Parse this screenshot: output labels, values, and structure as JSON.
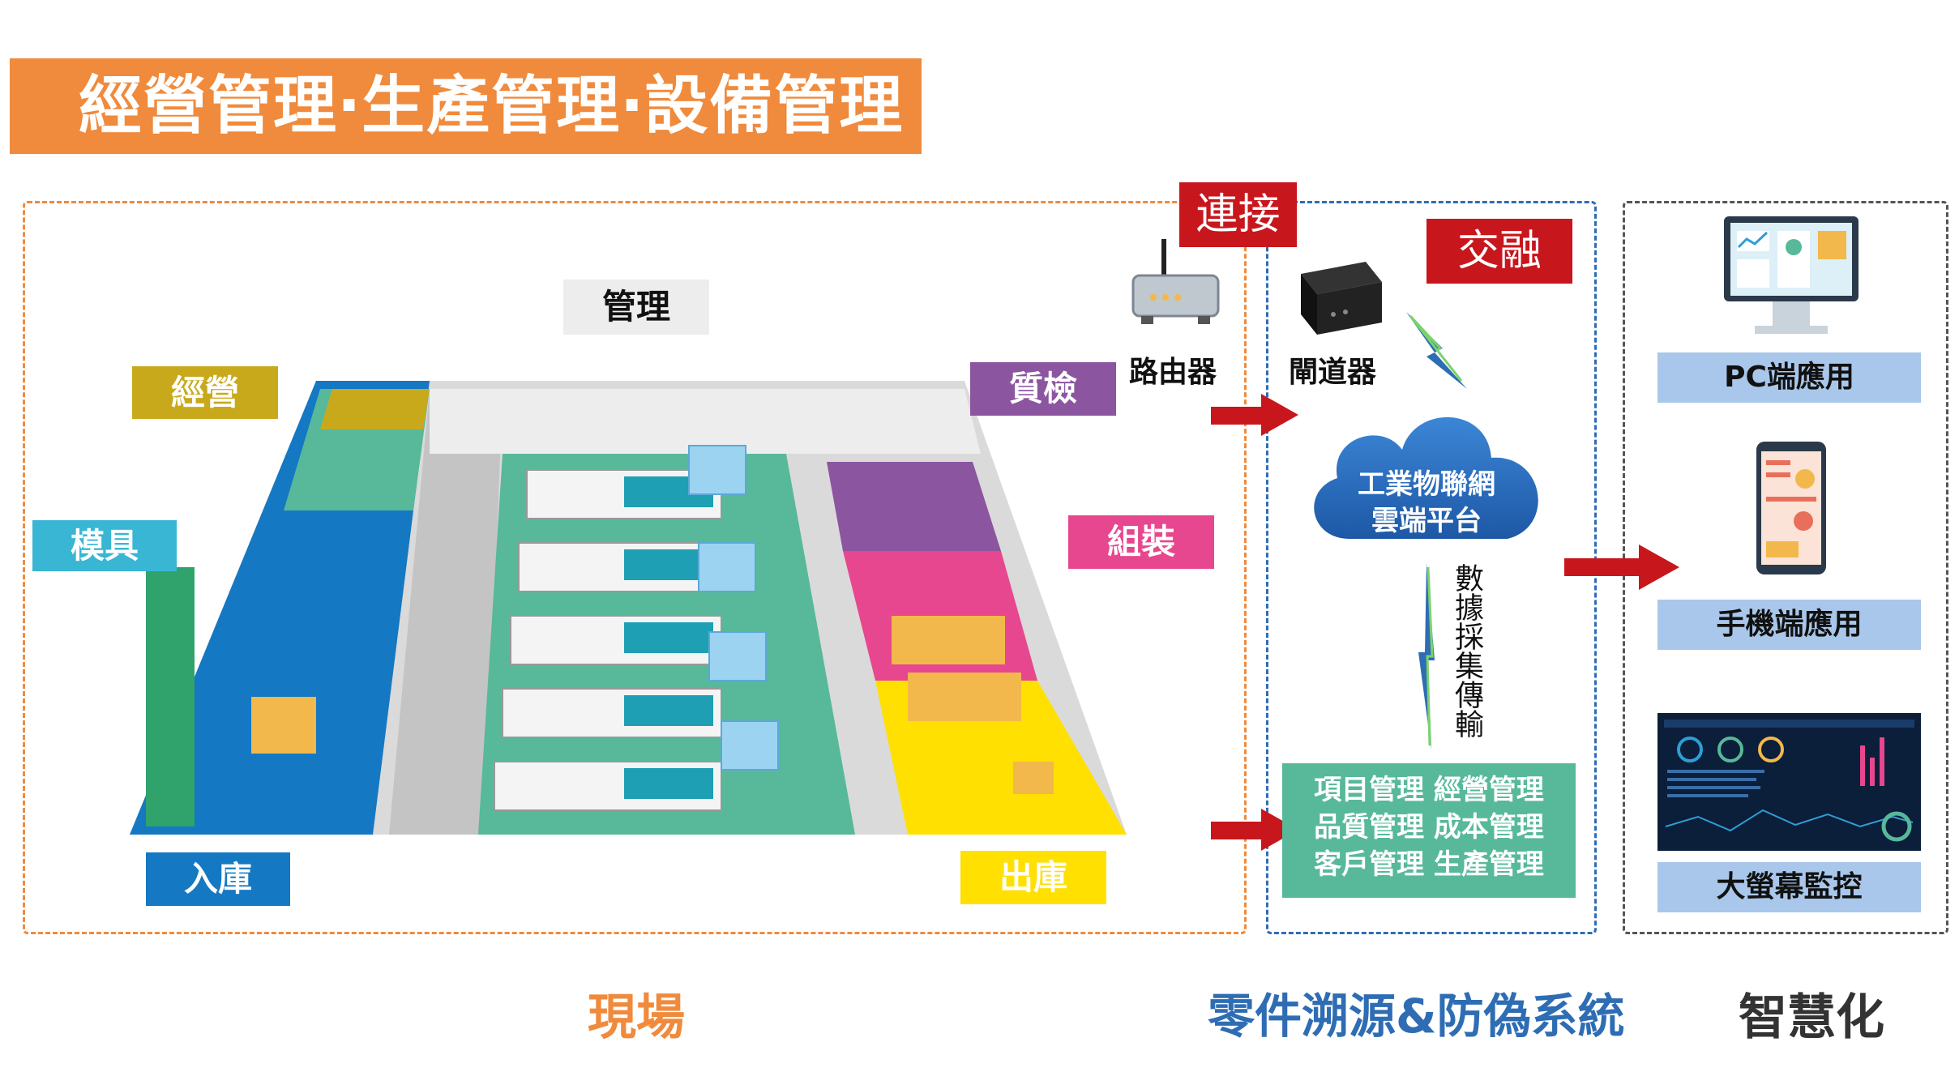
{
  "title": "經營管理‧生產管理‧設備管理",
  "zones": {
    "management": "管理",
    "operations": "經營",
    "mold": "模具",
    "inbound": "入庫",
    "quality": "質檢",
    "assembly": "組裝",
    "outbound": "出庫"
  },
  "tags": {
    "connect": "連接",
    "fuse": "交融"
  },
  "devices": {
    "router": "路由器",
    "gateway": "閘道器"
  },
  "cloud": {
    "line1": "工業物聯網",
    "line2": "雲端平台"
  },
  "data_transfer": "數據採集傳輸",
  "modules": [
    "項目管理 經營管理",
    "品質管理 成本管理",
    "客戶管理 生產管理"
  ],
  "apps": {
    "pc": "PC端應用",
    "mobile": "手機端應用",
    "bigscreen": "大螢幕監控"
  },
  "sections": {
    "site": "現場",
    "traceability": "零件溯源&防偽系統",
    "smart": "智慧化"
  },
  "colors": {
    "orange": "#F08A3C",
    "red": "#C8161D",
    "blue": "#2E6DB4",
    "light_blue": "#A9C7EA",
    "teal": "#57B99A",
    "purple": "#8B55A0",
    "pink": "#E7478E",
    "yellow": "#FFE000",
    "cyan": "#39B6D3",
    "olive": "#C9A91C",
    "dark_blue": "#1578C2"
  }
}
